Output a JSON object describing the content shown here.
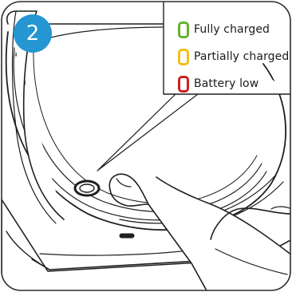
{
  "step": {
    "number": "2"
  },
  "legend": {
    "items": [
      {
        "label": "Fully charged",
        "color": "#62b22f",
        "icon": "battery-level-icon"
      },
      {
        "label": "Partially charged",
        "color": "#f4be16",
        "icon": "battery-level-icon"
      },
      {
        "label": "Battery low",
        "color": "#c9221d",
        "icon": "battery-level-icon"
      }
    ]
  },
  "colors": {
    "badge": "#2596d1",
    "outline": "#1f1f1f"
  }
}
